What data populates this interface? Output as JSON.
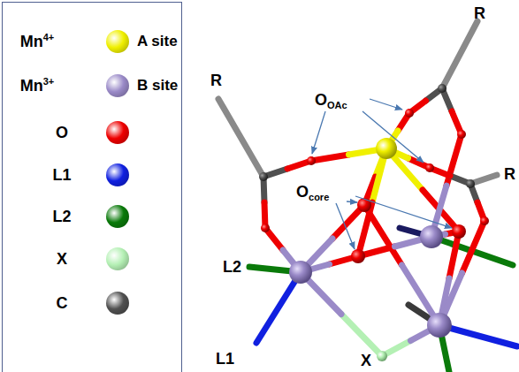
{
  "diagram": {
    "labels": [
      "A site",
      "B site",
      "R",
      "R",
      "R",
      "OOAc",
      "Ocore",
      "L2",
      "L1",
      "X"
    ],
    "legend": [
      {
        "text": "Mn4+",
        "color": "#f0f000"
      },
      {
        "text": "Mn3+",
        "color": "#9a8ac8"
      },
      {
        "text": "O",
        "color": "#ee0000"
      },
      {
        "text": "L1",
        "color": "#1020e0"
      },
      {
        "text": "L2",
        "color": "#0a7a0a"
      },
      {
        "text": "X",
        "color": "#b4f0b4"
      },
      {
        "text": "C",
        "color": "#505050"
      }
    ]
  }
}
